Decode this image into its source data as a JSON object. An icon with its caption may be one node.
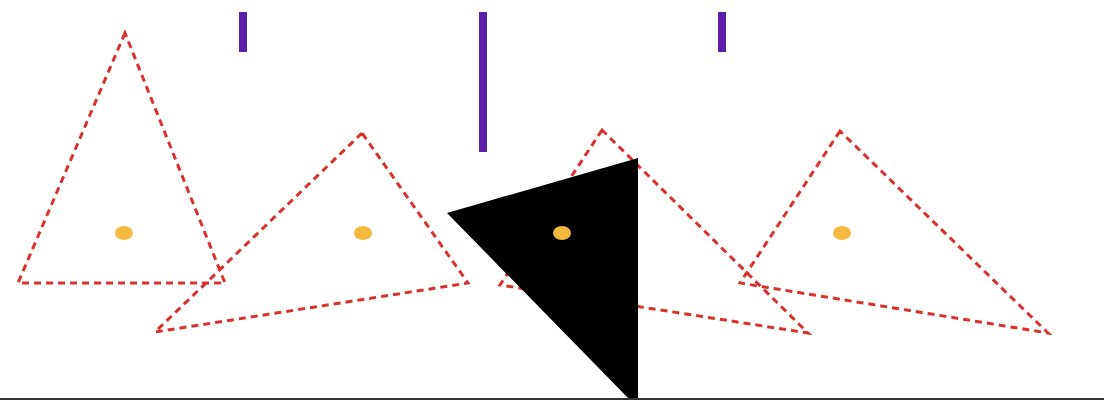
{
  "diagram": {
    "nodes": [
      {
        "text": [],
        "shape": "triangle"
      },
      {
        "text": [],
        "shape": "triangle"
      },
      {
        "text": [],
        "shape": "triangle"
      },
      {
        "text": [],
        "shape": "triangle"
      },
      {
        "text": [],
        "shape": "triangle"
      }
    ]
  }
}
